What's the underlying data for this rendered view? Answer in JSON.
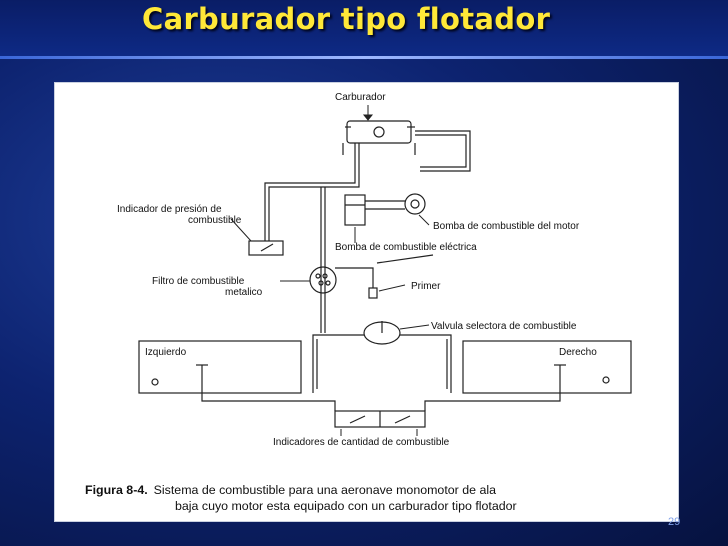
{
  "slide": {
    "title": "Carburador tipo flotador",
    "slide_number": "29"
  },
  "diagram": {
    "labels": {
      "carburetor": "Carburador",
      "pressure_indicator_line1": "Indicador de presión de",
      "pressure_indicator_line2": "combustible",
      "engine_pump": "Bomba de combustible del motor",
      "electric_pump": "Bomba de combustible eléctrica",
      "filter_line1": "Filtro de combustible",
      "filter_line2": "metalico",
      "primer": "Primer",
      "selector_valve": "Valvula selectora de combustible",
      "left_tank": "Izquierdo",
      "right_tank": "Derecho",
      "quantity_indicators": "Indicadores de cantidad de combustible"
    },
    "caption": {
      "figure": "Figura 8-4.",
      "line1": "Sistema de combustible para una aeronave monomotor de ala",
      "line2": "baja cuyo motor esta equipado con un carburador tipo flotador"
    }
  }
}
